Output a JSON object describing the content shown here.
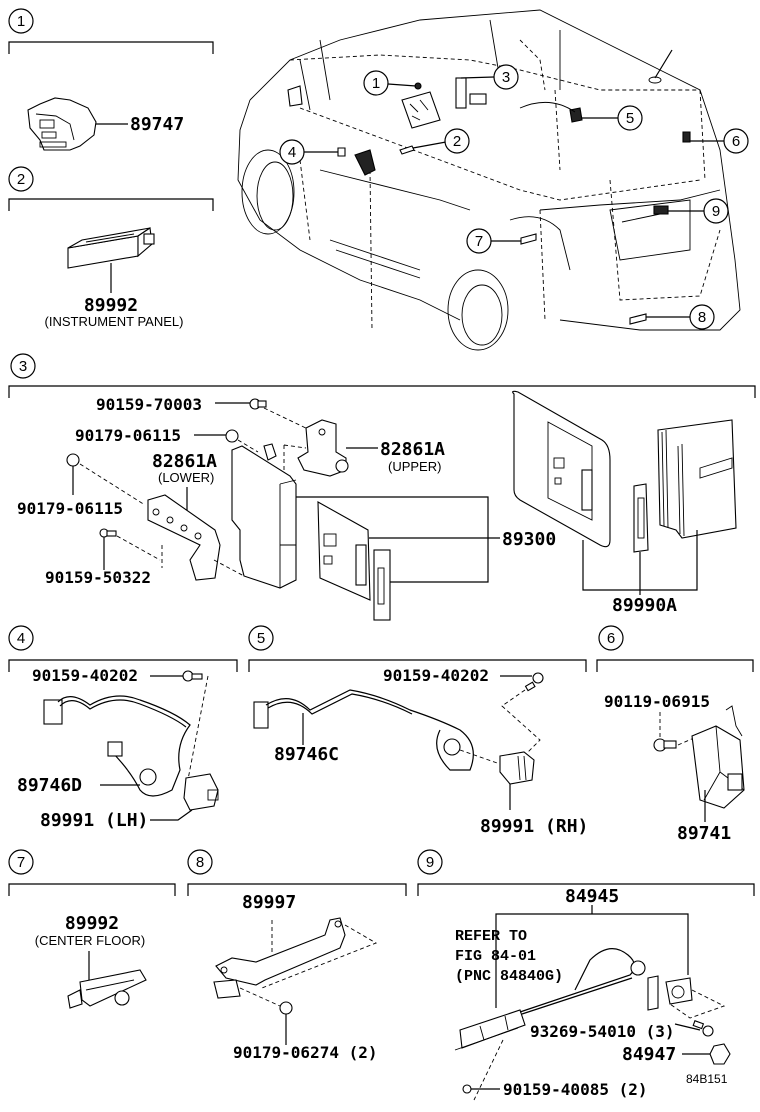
{
  "diagram": {
    "figure_id": "84B151",
    "overview_callouts": [
      "1",
      "2",
      "3",
      "4",
      "5",
      "6",
      "7",
      "8",
      "9"
    ],
    "sections": {
      "s1": {
        "number": "1",
        "parts": {
          "main": "89747"
        }
      },
      "s2": {
        "number": "2",
        "parts": {
          "main": "89992"
        },
        "note": "(INSTRUMENT PANEL)"
      },
      "s3": {
        "number": "3",
        "parts": {
          "bolt_top": "90159-70003",
          "nut_upper": "90179-06115",
          "bracket_upper": "82861A",
          "bracket_upper_note": "(UPPER)",
          "bracket_lower": "82861A",
          "bracket_lower_note": "(LOWER)",
          "nut_lower": "90179-06115",
          "bolt_lower": "90159-50322",
          "computer": "89300",
          "key_set": "89990A"
        }
      },
      "s4": {
        "number": "4",
        "parts": {
          "bolt": "90159-40202",
          "harness": "89746D",
          "unit": "89991 (LH)"
        }
      },
      "s5": {
        "number": "5",
        "parts": {
          "bolt": "90159-40202",
          "harness": "89746C",
          "unit": "89991 (RH)"
        }
      },
      "s6": {
        "number": "6",
        "parts": {
          "bolt": "90119-06915",
          "unit": "89741"
        }
      },
      "s7": {
        "number": "7",
        "parts": {
          "main": "89992"
        },
        "note": "(CENTER FLOOR)"
      },
      "s8": {
        "number": "8",
        "parts": {
          "main": "89997",
          "nut": "90179-06274 (2)"
        }
      },
      "s9": {
        "number": "9",
        "parts": {
          "main": "84945",
          "refer_line1": "REFER TO",
          "refer_line2": "FIG 84-01",
          "refer_line3": "(PNC 84840G)",
          "screw": "93269-54010 (3)",
          "cover": "84947",
          "bolt": "90159-40085 (2)"
        }
      }
    }
  }
}
